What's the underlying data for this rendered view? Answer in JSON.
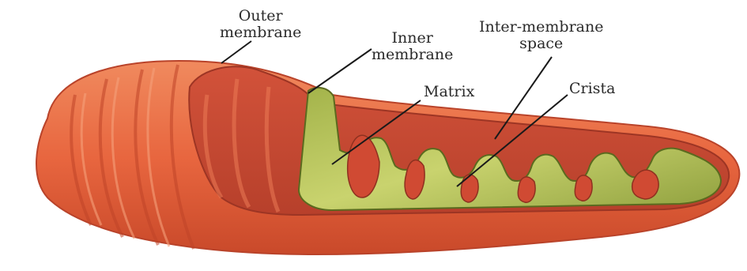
{
  "labels": {
    "outer_membrane": [
      "Outer",
      "membrane"
    ],
    "inner_membrane": [
      "Inner",
      "membrane"
    ],
    "inter_membrane_space": [
      "Inter-membrane",
      "space"
    ],
    "matrix": "Matrix",
    "crista": "Crista"
  },
  "colors": {
    "outer_membrane": "#e8663f",
    "outer_shadow": "#c94a28",
    "inner_surface": "#d9543a",
    "ridge": "#ee7a52",
    "matrix": "#8fa640",
    "matrix_light": "#c4d06a",
    "leader_line": "#1a1a1a"
  }
}
